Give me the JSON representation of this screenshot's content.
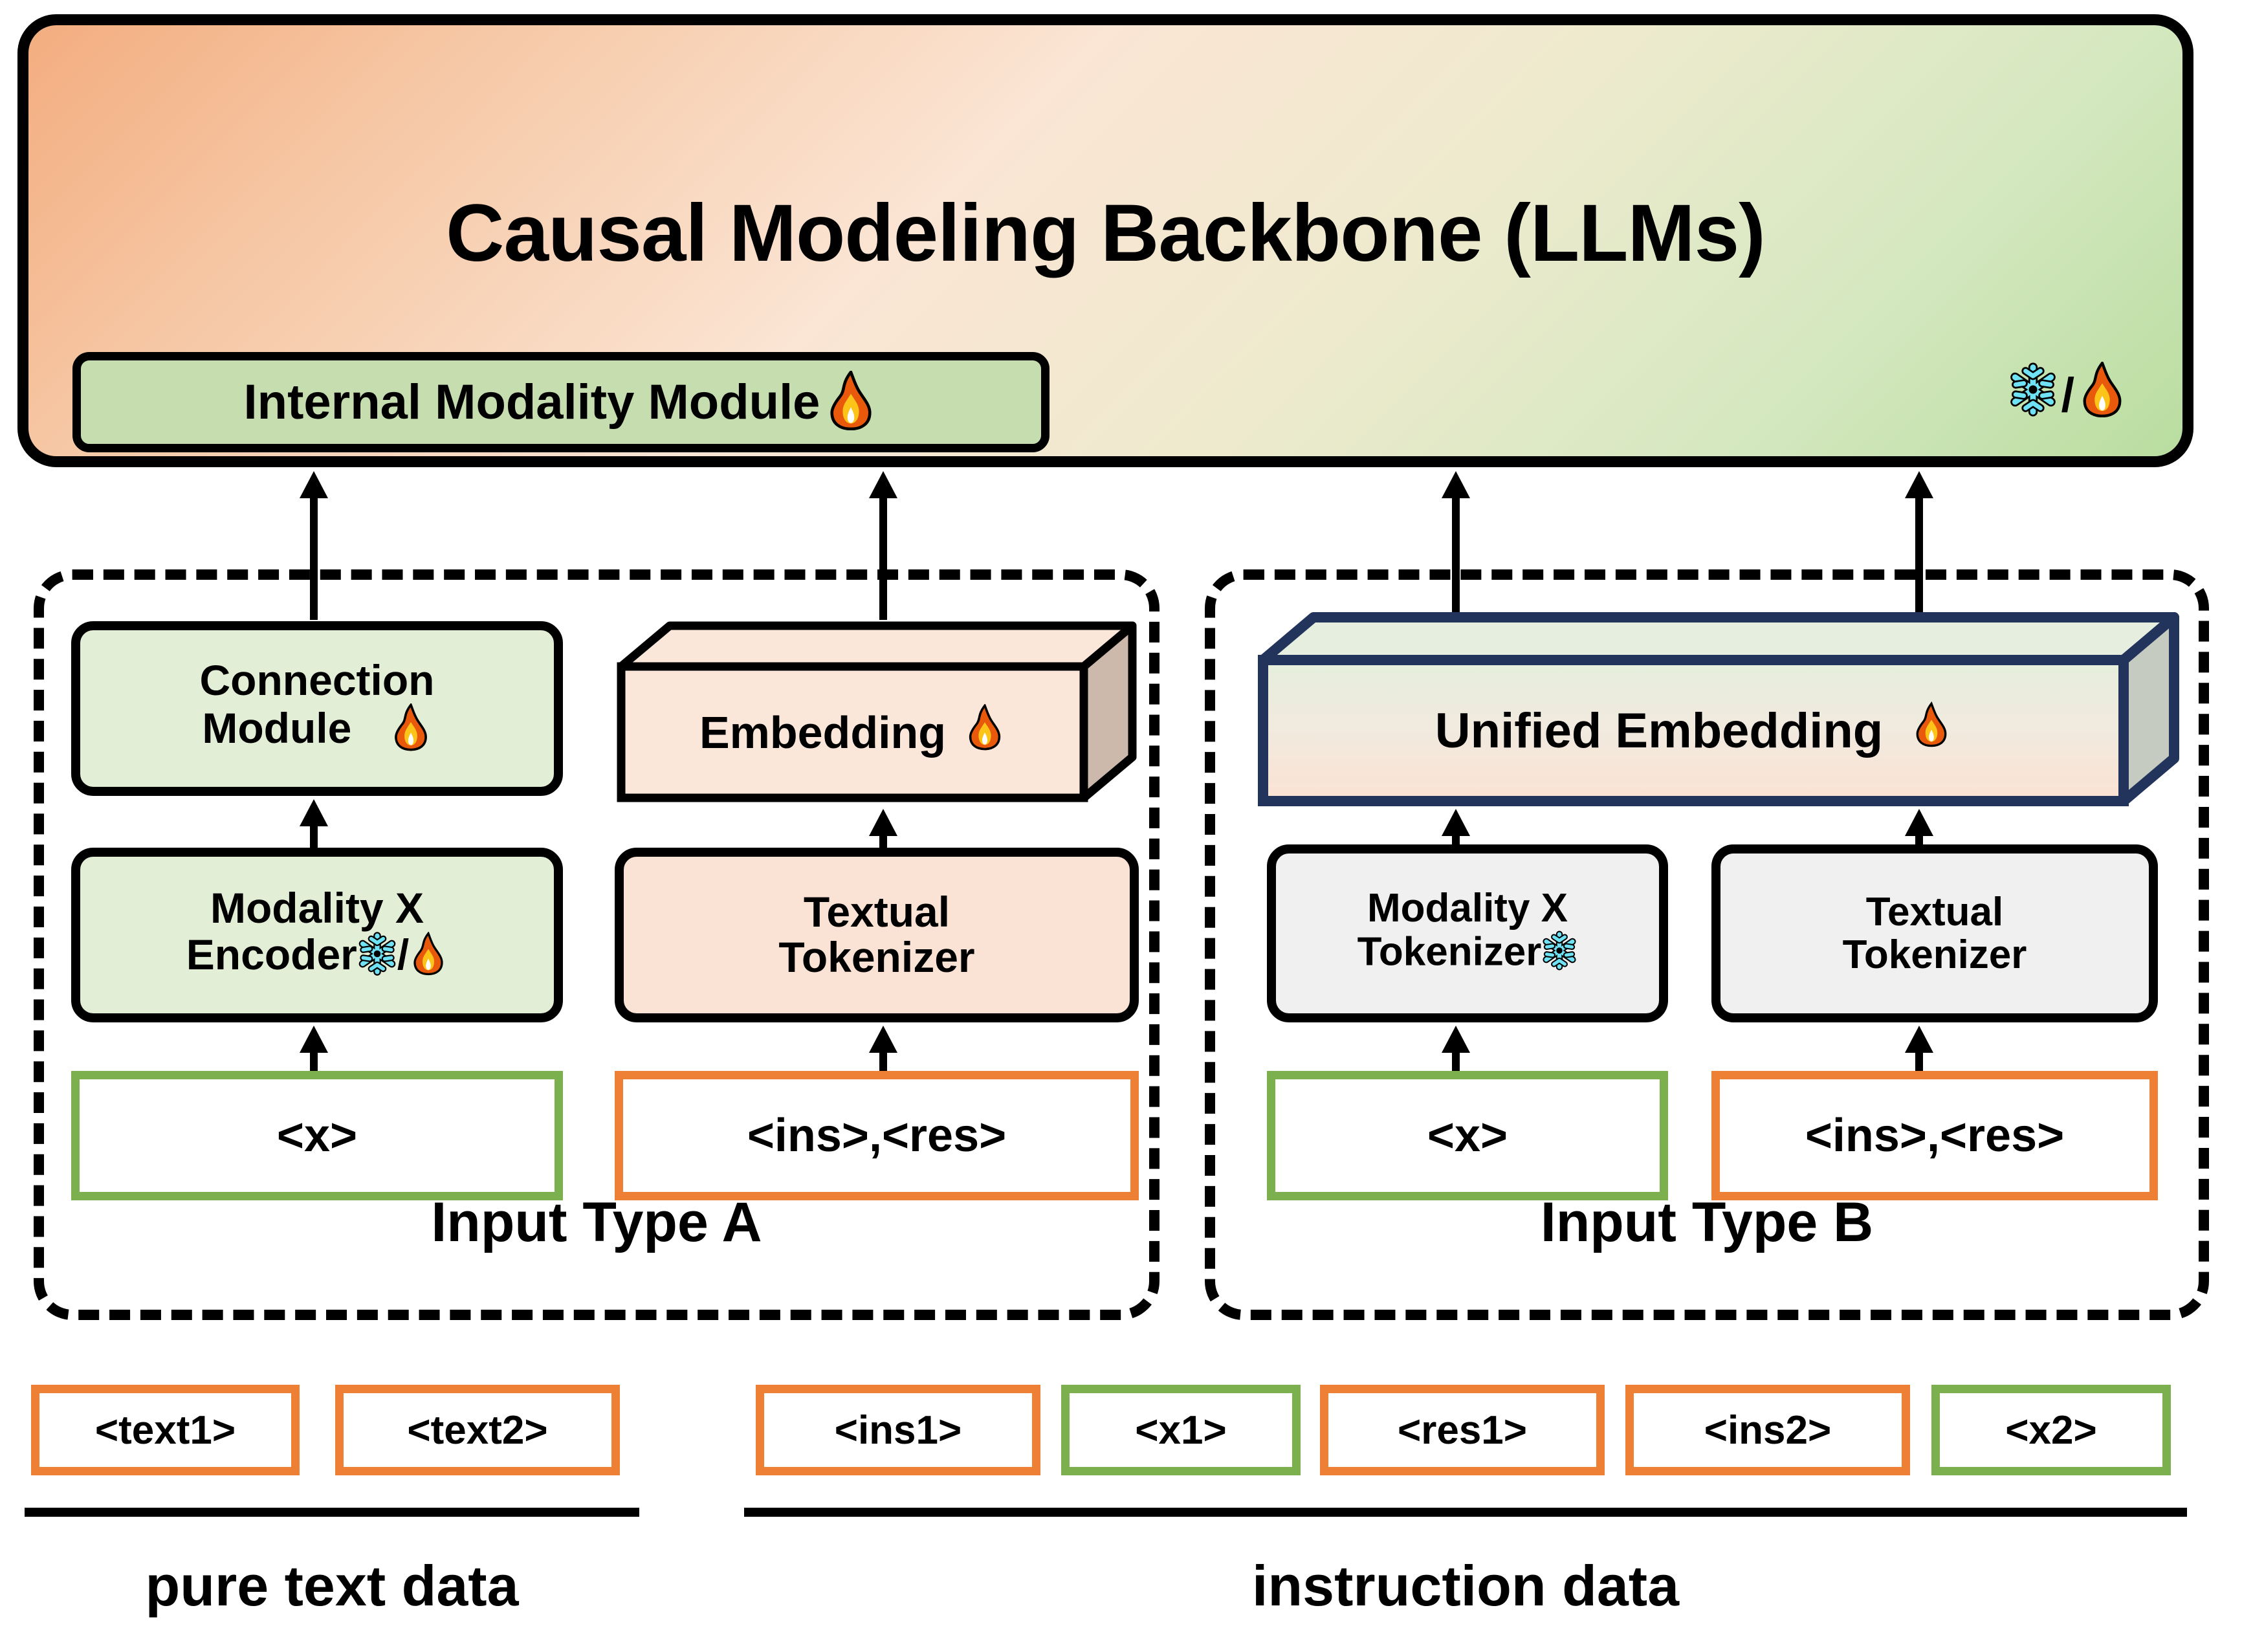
{
  "backbone": {
    "title": "Causal Modeling Backbone (LLMs)",
    "internal_module_label": "Internal Modality Module",
    "internal_module_state_icon": "fire-icon",
    "state_frozen_icon": "snowflake-icon",
    "state_separator": "/",
    "state_tunable_icon": "fire-icon",
    "gradient_from": "#f3ad7f",
    "gradient_to": "#b9dda0"
  },
  "group_a": {
    "label": "Input Type A",
    "nodes": {
      "connection_module": {
        "line1": "Connection",
        "line2": "Module",
        "state_icon": "fire-icon"
      },
      "embedding": {
        "label": "Embedding",
        "state_icon": "fire-icon"
      },
      "modality_encoder": {
        "line1": "Modality X",
        "line2": "Encoder",
        "frozen_icon": "snowflake-icon",
        "separator": "/",
        "tunable_icon": "fire-icon"
      },
      "textual_tokenizer": {
        "line1": "Textual",
        "line2": "Tokenizer"
      }
    },
    "inputs": [
      {
        "label": "<x>",
        "color": "#7cb04f"
      },
      {
        "label": "<ins>,<res>",
        "color": "#ee8035"
      }
    ]
  },
  "group_b": {
    "label": "Input Type B",
    "nodes": {
      "unified_embedding": {
        "label": "Unified Embedding",
        "state_icon": "fire-icon",
        "border_color": "#22335c"
      },
      "modality_tokenizer": {
        "line1": "Modality X",
        "line2": "Tokenizer",
        "frozen_icon": "snowflake-icon"
      },
      "textual_tokenizer": {
        "line1": "Textual",
        "line2": "Tokenizer"
      }
    },
    "inputs": [
      {
        "label": "<x>",
        "color": "#7cb04f"
      },
      {
        "label": "<ins>,<res>",
        "color": "#ee8035"
      }
    ]
  },
  "data_rows": {
    "pure_text": {
      "caption": "pure text data",
      "tokens": [
        {
          "label": "<text1>",
          "color": "#ee8035"
        },
        {
          "label": "<text2>",
          "color": "#ee8035"
        }
      ]
    },
    "instruction": {
      "caption": "instruction data",
      "tokens": [
        {
          "label": "<ins1>",
          "color": "#ee8035"
        },
        {
          "label": "<x1>",
          "color": "#7cb04f"
        },
        {
          "label": "<res1>",
          "color": "#ee8035"
        },
        {
          "label": "<ins2>",
          "color": "#ee8035"
        },
        {
          "label": "<x2>",
          "color": "#7cb04f"
        }
      ]
    }
  },
  "palette": {
    "green_fill": "#e2eed6",
    "peach_fill": "#fae2d5",
    "gray_fill": "#f0f0f0",
    "green_stroke": "#7cb04f",
    "orange_stroke": "#ee8035",
    "navy_stroke": "#22335c",
    "ink": "#000000"
  }
}
